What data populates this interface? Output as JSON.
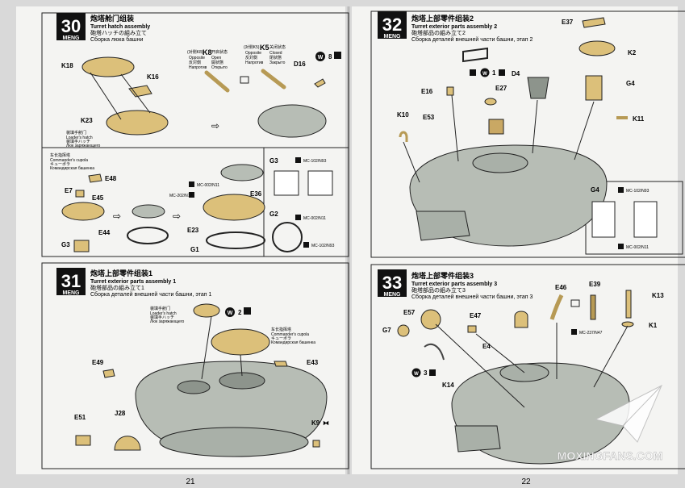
{
  "steps": {
    "s30": {
      "number": "30",
      "brand": "MENG",
      "title_cn": "炮塔舱门组装",
      "title_en": "Turret hatch assembly",
      "title_jp": "砲塔ハッチの組み立て",
      "title_ru": "Сборка люка башни",
      "parts": {
        "k18": "K18",
        "k16": "K16",
        "k23": "K23",
        "k8": "K8",
        "k5": "K5",
        "d16": "D16",
        "e48": "E48",
        "e7": "E7",
        "e45": "E45",
        "e44": "E44",
        "g3": "G3",
        "e36": "E36",
        "e23": "E23",
        "g1": "G1",
        "g2": "G2"
      },
      "paint": {
        "g3_label": "G3",
        "mc102a": "MC-102/N93",
        "mc002": "MC-002/N11",
        "mc202": "MC-202/N77",
        "mc002b": "MC-002/N11",
        "mc102b": "MC-102/N93",
        "x8": "8"
      },
      "k8_cn": "(对侧K8)",
      "k8_open_cn": "开启状态",
      "k8_en1": "Opposite",
      "k8_en2": "Open",
      "k8_jp1": "反対側",
      "k8_jp2": "開状態",
      "k8_ru1": "Напротив",
      "k8_ru2": "Открыто",
      "k5_cn": "(对侧K5)",
      "k5_closed_cn": "关闭状态",
      "k5_en1": "Opposite",
      "k5_en2": "Closed",
      "k5_jp1": "反対側",
      "k5_jp2": "閉状態",
      "k5_ru1": "Напротив",
      "k5_ru2": "Закрыто",
      "loader_cn": "装填手舱门",
      "loader_en": "Loader's hatch",
      "loader_jp": "装填手ハッチ",
      "loader_ru": "Люк заряжающего",
      "cupola_cn": "车长指挥塔",
      "cupola_en": "Commander's cupola",
      "cupola_jp": "キューポラ",
      "cupola_ru": "Командирская башенка"
    },
    "s31": {
      "number": "31",
      "brand": "MENG",
      "title_cn": "炮塔上部零件组装1",
      "title_en": "Turret exterior parts assembly 1",
      "title_jp": "砲塔部品の組み立て1",
      "title_ru": "Сборка деталей внешней части башни, этап 1",
      "parts": {
        "e49": "E49",
        "e43": "E43",
        "e51": "E51",
        "j28": "J28",
        "k9": "K9"
      },
      "x2": "2",
      "loader_cn": "装填手舱门",
      "loader_en": "Loader's hatch",
      "loader_jp": "装填手ハッチ",
      "loader_ru": "Люк заряжающего",
      "cupola_cn": "车长指挥塔",
      "cupola_en": "Commander's cupola",
      "cupola_jp": "キューポラ",
      "cupola_ru": "Командирская башенка"
    },
    "s32": {
      "number": "32",
      "brand": "MENG",
      "title_cn": "炮塔上部零件组装2",
      "title_en": "Turret exterior parts assembly 2",
      "title_jp": "砲塔部品の組み立て2",
      "title_ru": "Сборка деталей внешней части башни, этап 2",
      "parts": {
        "e37": "E37",
        "k2": "K2",
        "g4": "G4",
        "d4": "D4",
        "e16": "E16",
        "e27": "E27",
        "e53": "E53",
        "k10": "K10",
        "k11": "K11"
      },
      "x1": "1",
      "paint": {
        "g4": "G4",
        "mc102": "MC-102/N93",
        "mc002": "MC-002/N11"
      }
    },
    "s33": {
      "number": "33",
      "brand": "MENG",
      "title_cn": "炮塔上部零件组装3",
      "title_en": "Turret exterior parts assembly 3",
      "title_jp": "砲塔部品の組み立て3",
      "title_ru": "Сборка деталей внешней части башни, этап 3",
      "parts": {
        "e57": "E57",
        "e47": "E47",
        "e46": "E46",
        "e39": "E39",
        "k13": "K13",
        "g7": "G7",
        "k1": "K1",
        "e4": "E4",
        "k14": "K14"
      },
      "x3": "3",
      "paint": {
        "mc237": "MC-237/N47"
      }
    }
  },
  "page_left": "21",
  "page_right": "22",
  "watermark": "MOXINGFANS.COM",
  "colors": {
    "tan": "#dcc07a",
    "grey": "#b7bdb5",
    "dark": "#1a1a1a",
    "paper": "#f4f4f2"
  }
}
